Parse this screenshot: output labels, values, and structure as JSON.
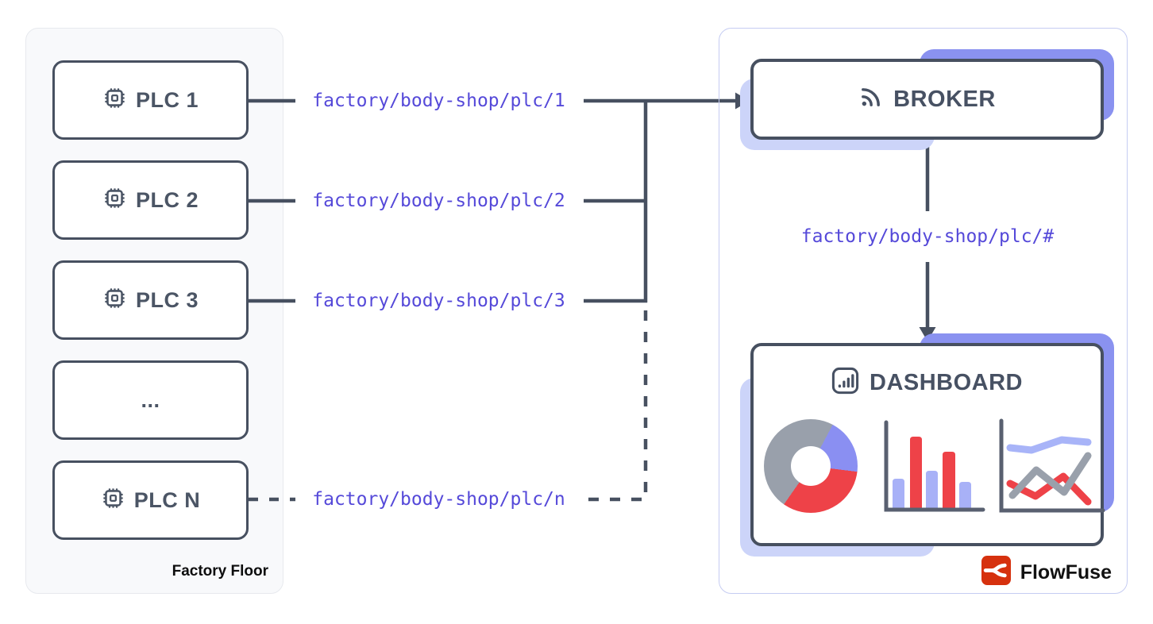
{
  "factory_panel": {
    "title": "Factory Floor",
    "plcs": [
      {
        "label": "PLC 1"
      },
      {
        "label": "PLC 2"
      },
      {
        "label": "PLC 3"
      },
      {
        "label": "..."
      },
      {
        "label": "PLC N"
      }
    ]
  },
  "topics": {
    "plc1": "factory/body-shop/plc/1",
    "plc2": "factory/body-shop/plc/2",
    "plc3": "factory/body-shop/plc/3",
    "plcn": "factory/body-shop/plc/n",
    "wildcard": "factory/body-shop/plc/#"
  },
  "broker": {
    "label": "BROKER",
    "icon": "rss-broadcast-icon"
  },
  "dashboard": {
    "label": "DASHBOARD",
    "icon": "bar-chart-icon",
    "charts": {
      "donut": {
        "type": "pie",
        "slices": [
          {
            "color": "#8a8ff2",
            "value": 19
          },
          {
            "color": "#ee4248",
            "value": 33
          },
          {
            "color": "#99a0ab",
            "value": 48
          }
        ]
      },
      "bars": {
        "type": "bar",
        "values": [
          39,
          92,
          49,
          73,
          35
        ],
        "colors": [
          "#a8b1f7",
          "#ee4248",
          "#a8b1f7",
          "#ee4248",
          "#a8b1f7"
        ]
      },
      "lines": {
        "type": "line",
        "series": [
          {
            "color": "#a8b4f8"
          },
          {
            "color": "#99a0ab"
          },
          {
            "color": "#ee4248"
          }
        ]
      }
    }
  },
  "branding": {
    "label": "FlowFuse",
    "icon": "flowfuse-logo",
    "brand_color": "#d6310e"
  },
  "colors": {
    "line_dark": "#475060",
    "topic_purple": "#5549d9",
    "panel_left_bg": "#f8f9fb",
    "panel_right_bg": "#e9ecfb",
    "shadow_periwinkle": "#8a92f0",
    "shadow_lavender": "#ccd4f9",
    "chart_red": "#ee4248",
    "chart_gray": "#99a0ab",
    "chart_periwinkle": "#a8b1f7"
  }
}
